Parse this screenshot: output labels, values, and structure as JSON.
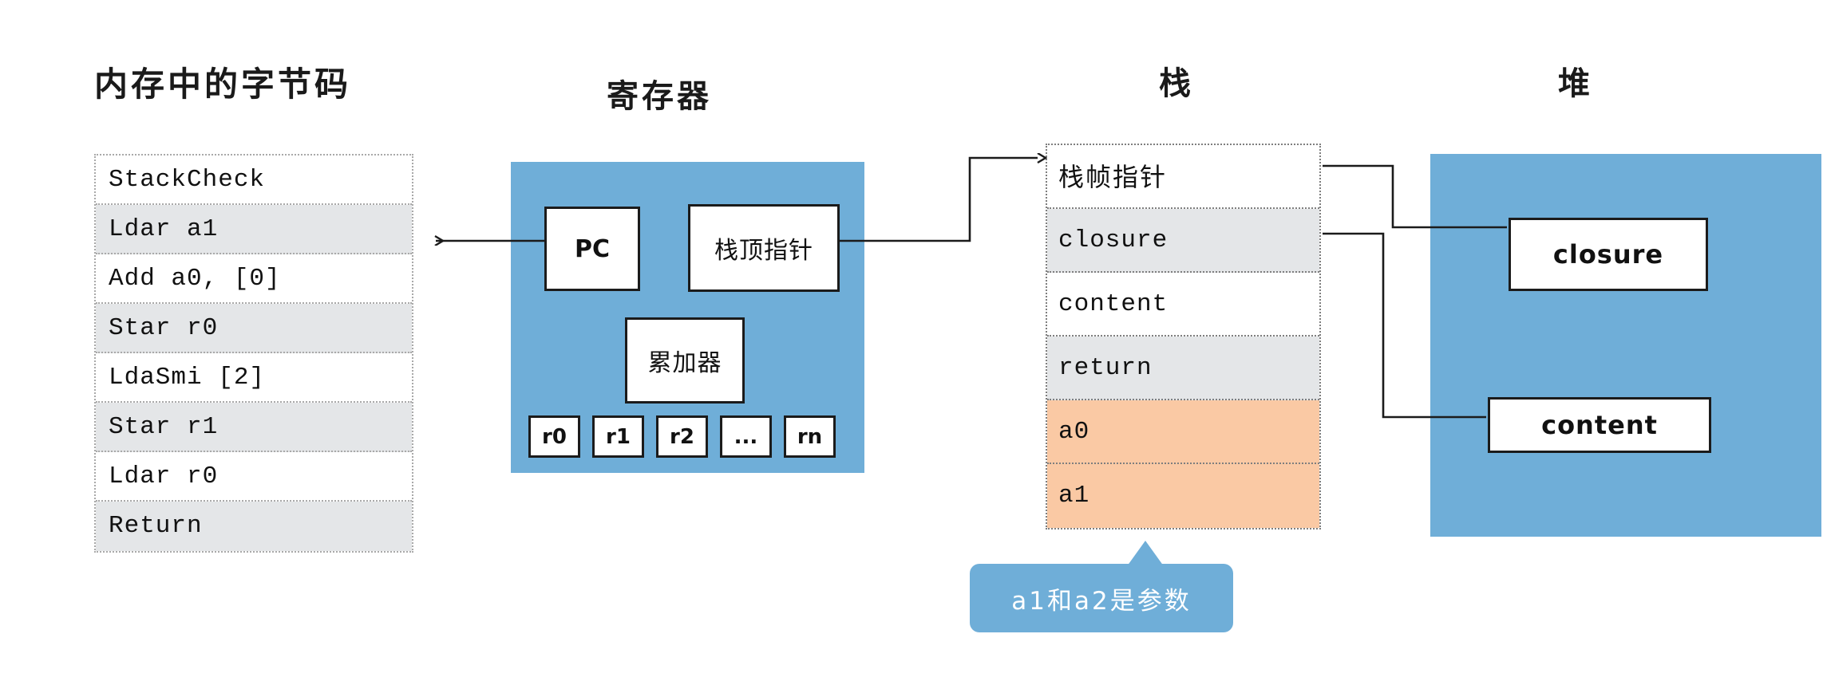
{
  "columns": {
    "bytecode_title": "内存中的字节码",
    "register_title": "寄存器",
    "stack_title": "栈",
    "heap_title": "堆"
  },
  "bytecode": {
    "rows": [
      "StackCheck",
      "Ldar a1",
      "Add a0, [0]",
      "Star r0",
      "LdaSmi [2]",
      "Star r1",
      "Ldar r0",
      "Return"
    ]
  },
  "registers": {
    "pc": "PC",
    "stack_pointer": "栈顶指针",
    "accumulator": "累加器",
    "slots": [
      "r0",
      "r1",
      "r2",
      "...",
      "rn"
    ]
  },
  "stack": {
    "rows": [
      {
        "label": "栈帧指针",
        "style": "plain"
      },
      {
        "label": "closure",
        "style": "gray"
      },
      {
        "label": "content",
        "style": "plain"
      },
      {
        "label": "return",
        "style": "gray"
      },
      {
        "label": "a0",
        "style": "orange"
      },
      {
        "label": "a1",
        "style": "orange"
      }
    ]
  },
  "heap": {
    "boxes": [
      "closure",
      "content"
    ]
  },
  "callout": {
    "text": "a1和a2是参数"
  },
  "colors": {
    "panel_blue": "#6FAED8",
    "row_gray": "#E4E6E8",
    "row_orange": "#FAC9A4",
    "line_black": "#1B1B1B",
    "dotted_border": "#A9A9A9"
  }
}
